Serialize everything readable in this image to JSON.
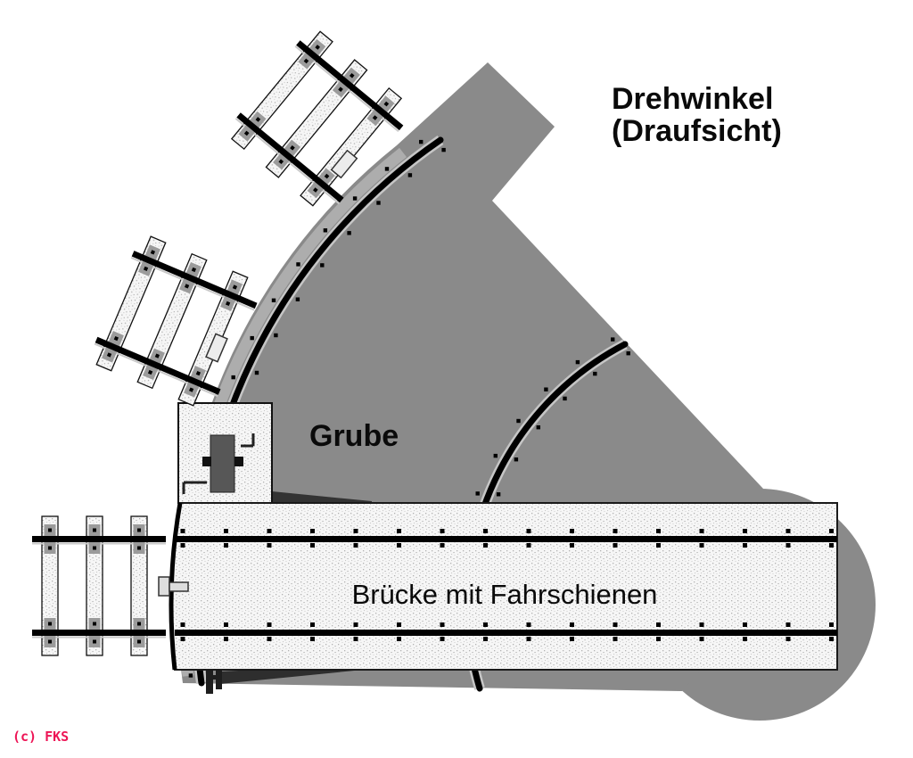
{
  "diagram": {
    "title_line1": "Drehwinkel",
    "title_line2": "(Draufsicht)",
    "pit_label": "Grube",
    "bridge_label": "Brücke mit Fahrschienen",
    "copyright": "(c) FKS",
    "colors": {
      "pit_gray": "#8a8a8a",
      "rim_band": "#adadad",
      "rail_black": "#000000",
      "rail_edge_light": "#c6c6c6",
      "deck_base": "#f6f6f6",
      "clip_gray": "#9b9b9b",
      "motor_gray": "#575757",
      "mechanism_dark": "#2e2e2e",
      "label_black": "#0a0a0a",
      "copyright_pink": "#ed1556"
    }
  }
}
